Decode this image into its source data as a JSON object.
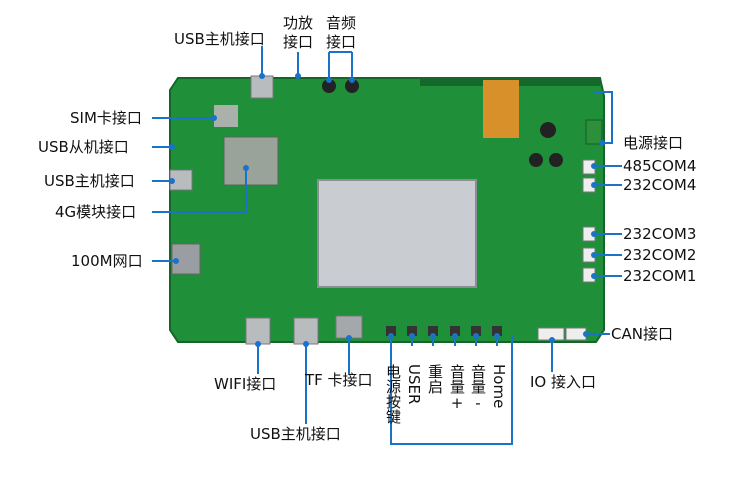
{
  "labels": {
    "usb_host_top": "USB主机接口",
    "amplifier": "功放",
    "amplifier2": "接口",
    "audio": "音频",
    "audio2": "接口",
    "sim": "SIM卡接口",
    "usb_slave": "USB从机接口",
    "usb_host_left": "USB主机接口",
    "module_4g": "4G模块接口",
    "net_100m": "100M网口",
    "power_port": "电源接口",
    "com485_4": "485COM4",
    "com232_4": "232COM4",
    "com232_3": "232COM3",
    "com232_2": "232COM2",
    "com232_1": "232COM1",
    "can": "CAN接口",
    "wifi": "WIFI接口",
    "tf": "TF 卡接口",
    "usb_host_bottom": "USB主机接口",
    "io": "IO 接入口",
    "btn_power": "电源按键",
    "btn_user": "USER",
    "btn_restart": "重启",
    "btn_vol_up": "音量+",
    "btn_vol_down": "音量-",
    "btn_home": "Home"
  },
  "colors": {
    "pcb": "#1f8f3a",
    "pcb_dark": "#14682a",
    "pointer": "#1a73c9",
    "heatsink": "#c9cdd1"
  }
}
